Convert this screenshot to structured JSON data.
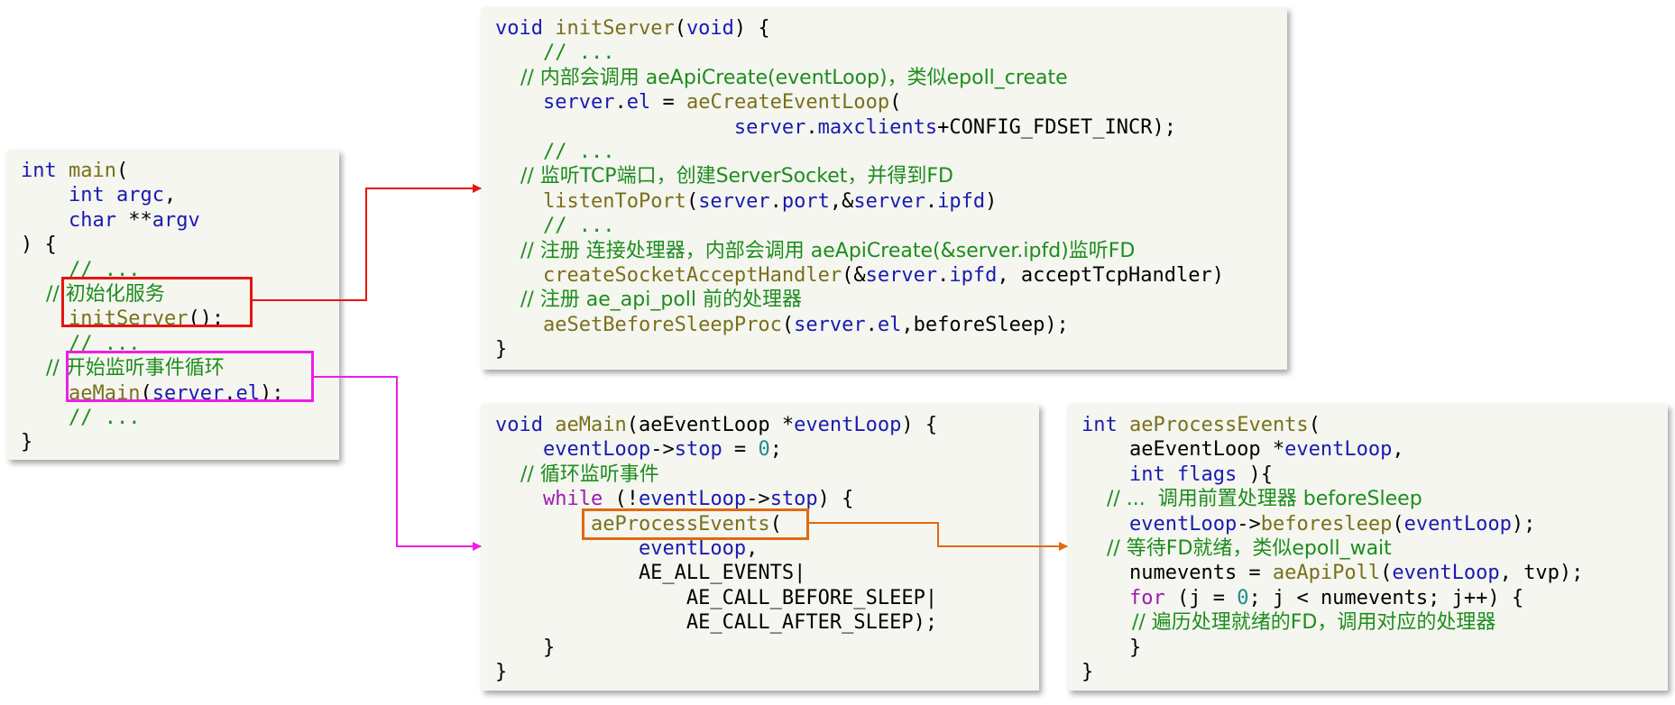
{
  "panels": [
    {
      "id": "main",
      "lines": [
        [
          {
            "t": "int",
            "c": "kw"
          },
          {
            "t": " ",
            "c": "plain"
          },
          {
            "t": "main",
            "c": "fn"
          },
          {
            "t": "(",
            "c": "plain"
          }
        ],
        [
          {
            "t": "    ",
            "c": "plain"
          },
          {
            "t": "int",
            "c": "kw"
          },
          {
            "t": " ",
            "c": "plain"
          },
          {
            "t": "argc",
            "c": "var"
          },
          {
            "t": ",",
            "c": "plain"
          }
        ],
        [
          {
            "t": "    ",
            "c": "plain"
          },
          {
            "t": "char",
            "c": "kw"
          },
          {
            "t": " **",
            "c": "plain"
          },
          {
            "t": "argv",
            "c": "var"
          }
        ],
        [
          {
            "t": ") {",
            "c": "plain"
          }
        ],
        [
          {
            "t": "    // ...",
            "c": "cm"
          }
        ],
        [
          {
            "t": "    // 初始化服务",
            "c": "cm"
          }
        ],
        [
          {
            "t": "    ",
            "c": "plain"
          },
          {
            "t": "initServer",
            "c": "fn"
          },
          {
            "t": "();",
            "c": "plain"
          }
        ],
        [
          {
            "t": "    // ...",
            "c": "cm"
          }
        ],
        [
          {
            "t": "    // 开始监听事件循环",
            "c": "cm"
          }
        ],
        [
          {
            "t": "    ",
            "c": "plain"
          },
          {
            "t": "aeMain",
            "c": "fn"
          },
          {
            "t": "(",
            "c": "plain"
          },
          {
            "t": "server",
            "c": "var"
          },
          {
            "t": ".",
            "c": "plain"
          },
          {
            "t": "el",
            "c": "var"
          },
          {
            "t": ");",
            "c": "plain"
          }
        ],
        [
          {
            "t": "    // ...",
            "c": "cm"
          }
        ],
        [
          {
            "t": "}",
            "c": "plain"
          }
        ]
      ]
    },
    {
      "id": "init",
      "lines": [
        [
          {
            "t": "void",
            "c": "kw"
          },
          {
            "t": " ",
            "c": "plain"
          },
          {
            "t": "initServer",
            "c": "fn"
          },
          {
            "t": "(",
            "c": "plain"
          },
          {
            "t": "void",
            "c": "kw"
          },
          {
            "t": ") {",
            "c": "plain"
          }
        ],
        [
          {
            "t": "    // ...",
            "c": "cm"
          }
        ],
        [
          {
            "t": "    // 内部会调用 aeApiCreate(eventLoop)，类似epoll_create",
            "c": "cm"
          }
        ],
        [
          {
            "t": "    ",
            "c": "plain"
          },
          {
            "t": "server",
            "c": "var"
          },
          {
            "t": ".",
            "c": "plain"
          },
          {
            "t": "el",
            "c": "var"
          },
          {
            "t": " = ",
            "c": "plain"
          },
          {
            "t": "aeCreateEventLoop",
            "c": "fn"
          },
          {
            "t": "(",
            "c": "plain"
          }
        ],
        [
          {
            "t": "                    ",
            "c": "plain"
          },
          {
            "t": "server",
            "c": "var"
          },
          {
            "t": ".",
            "c": "plain"
          },
          {
            "t": "maxclients",
            "c": "var"
          },
          {
            "t": "+CONFIG_FDSET_INCR);",
            "c": "plain"
          }
        ],
        [
          {
            "t": "    // ...",
            "c": "cm"
          }
        ],
        [
          {
            "t": "    // 监听TCP端口，创建ServerSocket，并得到FD",
            "c": "cm"
          }
        ],
        [
          {
            "t": "    ",
            "c": "plain"
          },
          {
            "t": "listenToPort",
            "c": "fn"
          },
          {
            "t": "(",
            "c": "plain"
          },
          {
            "t": "server",
            "c": "var"
          },
          {
            "t": ".",
            "c": "plain"
          },
          {
            "t": "port",
            "c": "var"
          },
          {
            "t": ",&",
            "c": "plain"
          },
          {
            "t": "server",
            "c": "var"
          },
          {
            "t": ".",
            "c": "plain"
          },
          {
            "t": "ipfd",
            "c": "var"
          },
          {
            "t": ")",
            "c": "plain"
          }
        ],
        [
          {
            "t": "    // ...",
            "c": "cm"
          }
        ],
        [
          {
            "t": "    // 注册 连接处理器，内部会调用 aeApiCreate(&server.ipfd)监听FD",
            "c": "cm"
          }
        ],
        [
          {
            "t": "    ",
            "c": "plain"
          },
          {
            "t": "createSocketAcceptHandler",
            "c": "fn"
          },
          {
            "t": "(&",
            "c": "plain"
          },
          {
            "t": "server",
            "c": "var"
          },
          {
            "t": ".",
            "c": "plain"
          },
          {
            "t": "ipfd",
            "c": "var"
          },
          {
            "t": ", acceptTcpHandler)",
            "c": "plain"
          }
        ],
        [
          {
            "t": "    // 注册 ae_api_poll 前的处理器",
            "c": "cm"
          }
        ],
        [
          {
            "t": "    ",
            "c": "plain"
          },
          {
            "t": "aeSetBeforeSleepProc",
            "c": "fn"
          },
          {
            "t": "(",
            "c": "plain"
          },
          {
            "t": "server",
            "c": "var"
          },
          {
            "t": ".",
            "c": "plain"
          },
          {
            "t": "el",
            "c": "var"
          },
          {
            "t": ",beforeSleep);",
            "c": "plain"
          }
        ],
        [
          {
            "t": "}",
            "c": "plain"
          }
        ]
      ]
    },
    {
      "id": "aemain",
      "lines": [
        [
          {
            "t": "void",
            "c": "kw"
          },
          {
            "t": " ",
            "c": "plain"
          },
          {
            "t": "aeMain",
            "c": "fn"
          },
          {
            "t": "(aeEventLoop *",
            "c": "plain"
          },
          {
            "t": "eventLoop",
            "c": "var"
          },
          {
            "t": ") {",
            "c": "plain"
          }
        ],
        [
          {
            "t": "    ",
            "c": "plain"
          },
          {
            "t": "eventLoop",
            "c": "var"
          },
          {
            "t": "->",
            "c": "plain"
          },
          {
            "t": "stop",
            "c": "var"
          },
          {
            "t": " = ",
            "c": "plain"
          },
          {
            "t": "0",
            "c": "num"
          },
          {
            "t": ";",
            "c": "plain"
          }
        ],
        [
          {
            "t": "    // 循环监听事件",
            "c": "cm"
          }
        ],
        [
          {
            "t": "    ",
            "c": "plain"
          },
          {
            "t": "while",
            "c": "ctrl"
          },
          {
            "t": " (!",
            "c": "plain"
          },
          {
            "t": "eventLoop",
            "c": "var"
          },
          {
            "t": "->",
            "c": "plain"
          },
          {
            "t": "stop",
            "c": "var"
          },
          {
            "t": ") {",
            "c": "plain"
          }
        ],
        [
          {
            "t": "        ",
            "c": "plain"
          },
          {
            "t": "aeProcessEvents",
            "c": "fn"
          },
          {
            "t": "(",
            "c": "plain"
          }
        ],
        [
          {
            "t": "            ",
            "c": "plain"
          },
          {
            "t": "eventLoop",
            "c": "var"
          },
          {
            "t": ",",
            "c": "plain"
          }
        ],
        [
          {
            "t": "            AE_ALL_EVENTS|",
            "c": "plain"
          }
        ],
        [
          {
            "t": "                AE_CALL_BEFORE_SLEEP|",
            "c": "plain"
          }
        ],
        [
          {
            "t": "                AE_CALL_AFTER_SLEEP);",
            "c": "plain"
          }
        ],
        [
          {
            "t": "    }",
            "c": "plain"
          }
        ],
        [
          {
            "t": "}",
            "c": "plain"
          }
        ]
      ]
    },
    {
      "id": "process",
      "lines": [
        [
          {
            "t": "int",
            "c": "kw"
          },
          {
            "t": " ",
            "c": "plain"
          },
          {
            "t": "aeProcessEvents",
            "c": "fn"
          },
          {
            "t": "(",
            "c": "plain"
          }
        ],
        [
          {
            "t": "    aeEventLoop *",
            "c": "plain"
          },
          {
            "t": "eventLoop",
            "c": "var"
          },
          {
            "t": ",",
            "c": "plain"
          }
        ],
        [
          {
            "t": "    ",
            "c": "plain"
          },
          {
            "t": "int",
            "c": "kw"
          },
          {
            "t": " ",
            "c": "plain"
          },
          {
            "t": "flags",
            "c": "var"
          },
          {
            "t": " ){",
            "c": "plain"
          }
        ],
        [
          {
            "t": "    // ...  调用前置处理器 beforeSleep",
            "c": "cm"
          }
        ],
        [
          {
            "t": "    ",
            "c": "plain"
          },
          {
            "t": "eventLoop",
            "c": "var"
          },
          {
            "t": "->",
            "c": "plain"
          },
          {
            "t": "beforesleep",
            "c": "fn"
          },
          {
            "t": "(",
            "c": "plain"
          },
          {
            "t": "eventLoop",
            "c": "var"
          },
          {
            "t": ");",
            "c": "plain"
          }
        ],
        [
          {
            "t": "    // 等待FD就绪，类似epoll_wait",
            "c": "cm"
          }
        ],
        [
          {
            "t": "    numevents = ",
            "c": "plain"
          },
          {
            "t": "aeApiPoll",
            "c": "fn"
          },
          {
            "t": "(",
            "c": "plain"
          },
          {
            "t": "eventLoop",
            "c": "var"
          },
          {
            "t": ", tvp);",
            "c": "plain"
          }
        ],
        [
          {
            "t": "    ",
            "c": "plain"
          },
          {
            "t": "for",
            "c": "ctrl"
          },
          {
            "t": " (j = ",
            "c": "plain"
          },
          {
            "t": "0",
            "c": "num"
          },
          {
            "t": "; j < numevents; j++) {",
            "c": "plain"
          }
        ],
        [
          {
            "t": "        // 遍历处理就绪的FD，调用对应的处理器",
            "c": "cm"
          }
        ],
        [
          {
            "t": "    }",
            "c": "plain"
          }
        ],
        [
          {
            "t": "}",
            "c": "plain"
          }
        ]
      ]
    }
  ],
  "colors": {
    "red": "#e8140f",
    "magenta": "#ee1ee6",
    "orange": "#e06a10"
  }
}
